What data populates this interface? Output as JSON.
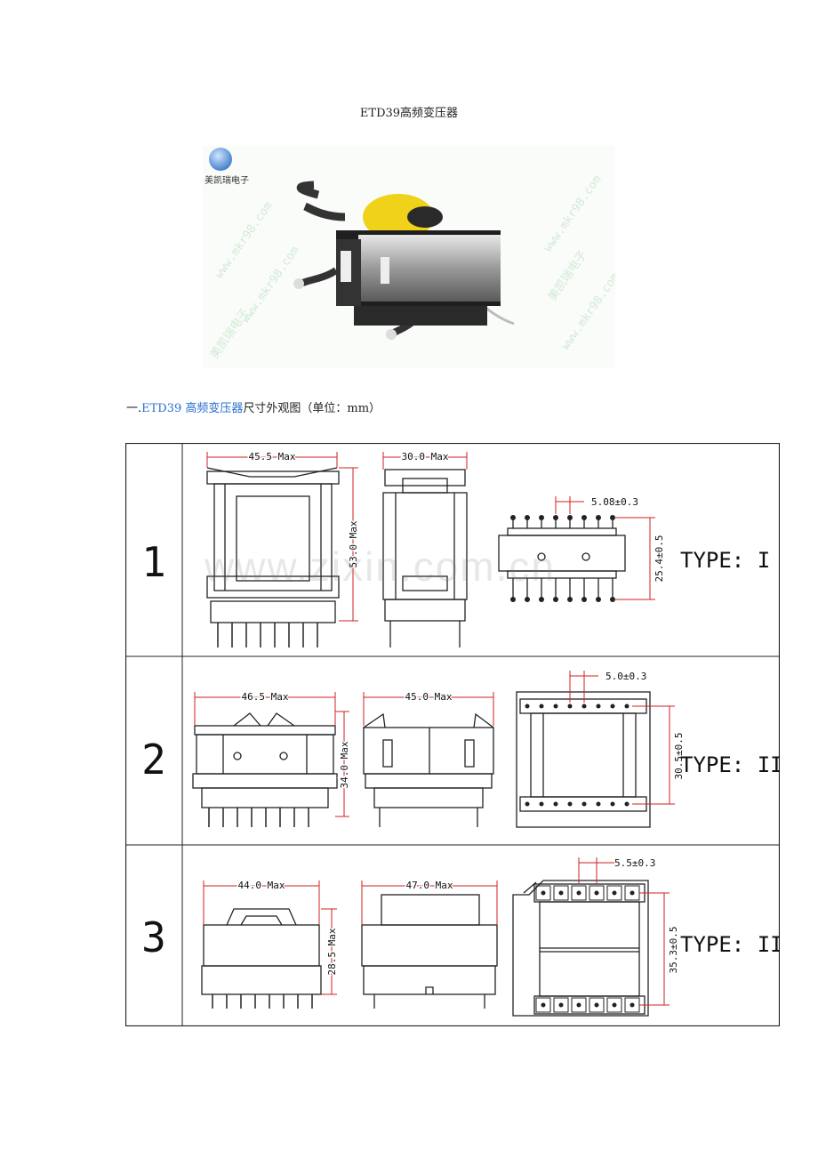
{
  "title": "ETD39高频变压器",
  "photo": {
    "brand": "美凯瑞电子",
    "watermark": "www.mkr98.com",
    "watermark_cn": "美凯瑞电子"
  },
  "section": {
    "prefix": "一.",
    "link": "ETD39 高频变压器",
    "suffix": "尺寸外观图（单位：mm）"
  },
  "table_watermark": "www.zixin.com.cn",
  "rows": [
    {
      "number": "1",
      "dim_width": "45.5 Max",
      "dim_depth": "30.0 Max",
      "dim_height": "53.0 Max",
      "pitch": "5.08±0.3",
      "row_spacing": "25.4±0.5",
      "type": "TYPE: I"
    },
    {
      "number": "2",
      "dim_width": "46.5 Max",
      "dim_depth": "45.0 Max",
      "dim_height": "34.0 Max",
      "pitch": "5.0±0.3",
      "row_spacing": "30.5±0.5",
      "type": "TYPE: II"
    },
    {
      "number": "3",
      "dim_width": "44.0 Max",
      "dim_depth": "47.0 Max",
      "dim_height": "28.5 Max",
      "pitch": "5.5±0.3",
      "row_spacing": "35.3±0.5",
      "type": "TYPE: III"
    }
  ]
}
